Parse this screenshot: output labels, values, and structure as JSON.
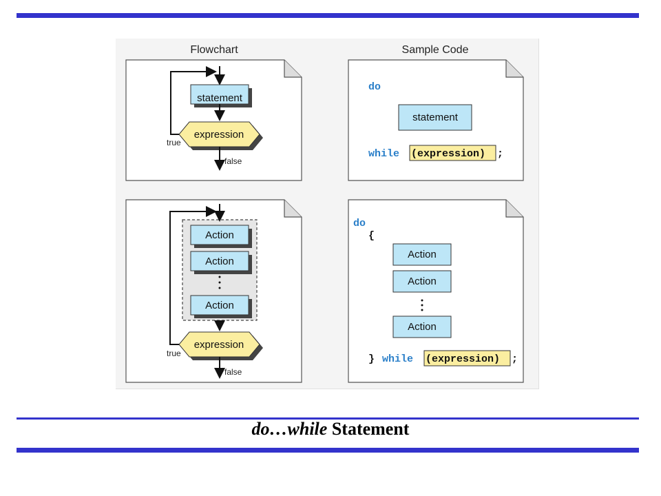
{
  "figure": {
    "flowchart_header": "Flowchart",
    "code_header": "Sample Code",
    "top_flow": {
      "statement": "statement",
      "expression": "expression",
      "true_label": "true",
      "false_label": "false"
    },
    "top_code": {
      "do_kw": "do",
      "statement": "statement",
      "while_kw": "while",
      "expression": "(expression)",
      "semicolon": ";"
    },
    "bottom_flow": {
      "actions": [
        "Action",
        "Action",
        "Action"
      ],
      "expression": "expression",
      "true_label": "true",
      "false_label": "false"
    },
    "bottom_code": {
      "do_kw": "do",
      "open_brace": "{",
      "actions": [
        "Action",
        "Action",
        "Action"
      ],
      "close_brace": "}",
      "while_kw": "while",
      "expression": "(expression)",
      "semicolon": ";"
    }
  },
  "slide": {
    "title_italic": "do…while",
    "title_rest": " Statement"
  },
  "colors": {
    "rule": "#3333cc",
    "box_fill": "#bde6f7",
    "expr_fill": "#fbeea0",
    "keyword": "#2a7fc9"
  }
}
